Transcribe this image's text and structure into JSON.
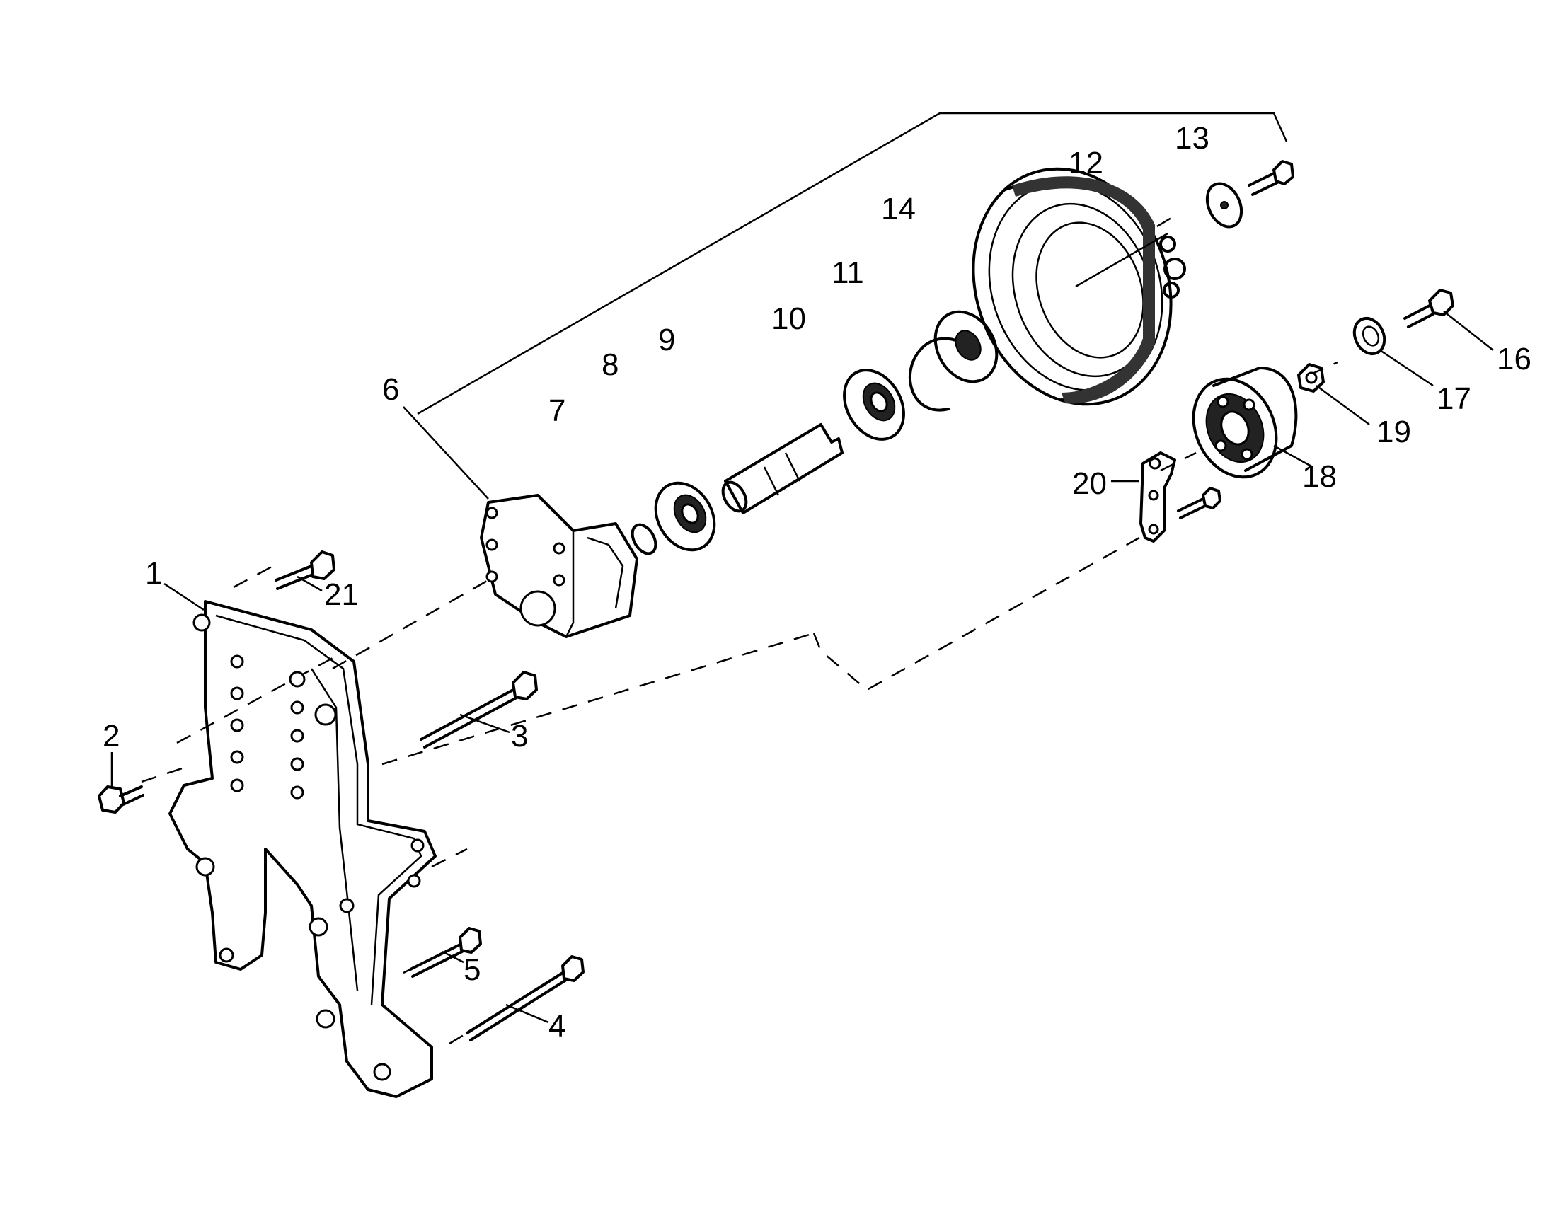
{
  "diagram": {
    "callouts": [
      {
        "id": "1",
        "label": "1"
      },
      {
        "id": "2",
        "label": "2"
      },
      {
        "id": "3",
        "label": "3"
      },
      {
        "id": "4",
        "label": "4"
      },
      {
        "id": "5",
        "label": "5"
      },
      {
        "id": "6",
        "label": "6"
      },
      {
        "id": "7",
        "label": "7"
      },
      {
        "id": "8",
        "label": "8"
      },
      {
        "id": "9",
        "label": "9"
      },
      {
        "id": "10",
        "label": "10"
      },
      {
        "id": "11",
        "label": "11"
      },
      {
        "id": "12",
        "label": "12"
      },
      {
        "id": "13",
        "label": "13"
      },
      {
        "id": "14",
        "label": "14"
      },
      {
        "id": "16",
        "label": "16"
      },
      {
        "id": "17",
        "label": "17"
      },
      {
        "id": "18",
        "label": "18"
      },
      {
        "id": "19",
        "label": "19"
      },
      {
        "id": "20",
        "label": "20"
      },
      {
        "id": "21",
        "label": "21"
      }
    ]
  },
  "colors": {
    "line": "#000000",
    "background": "#ffffff"
  }
}
